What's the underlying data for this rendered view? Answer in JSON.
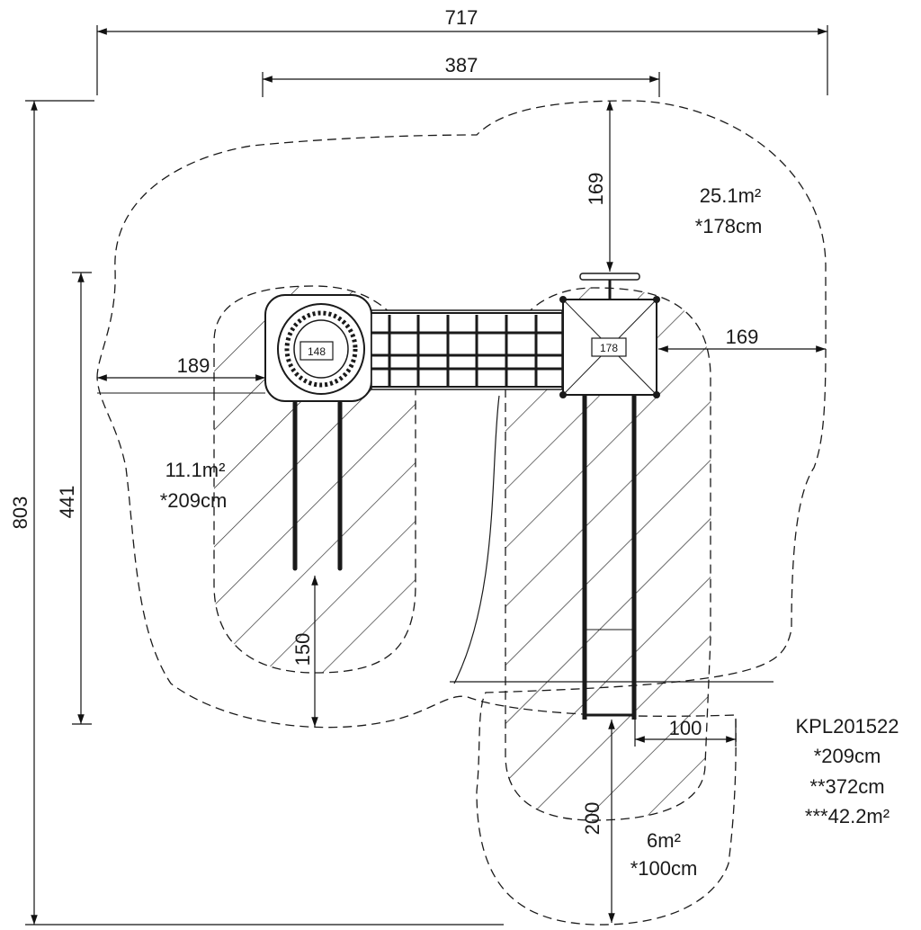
{
  "dimensions": {
    "overall_width": "717",
    "deck_span": "387",
    "top_clearance": "169",
    "right_clearance": "169",
    "left_clearance": "189",
    "overall_height": "803",
    "left_zone_height": "441",
    "pole_clearance": "150",
    "ladder_side": "100",
    "ladder_bottom": "200"
  },
  "platforms": {
    "left_tag": "148",
    "right_tag": "178"
  },
  "areas": {
    "main": {
      "area": "25.1m²",
      "fall_height": "*178cm"
    },
    "left": {
      "area": "11.1m²",
      "fall_height": "*209cm"
    },
    "bottom": {
      "area": "6m²",
      "fall_height": "*100cm"
    }
  },
  "product": {
    "code": "KPL201522",
    "line1": "*209cm",
    "line2": "**372cm",
    "line3": "***42.2m²"
  }
}
